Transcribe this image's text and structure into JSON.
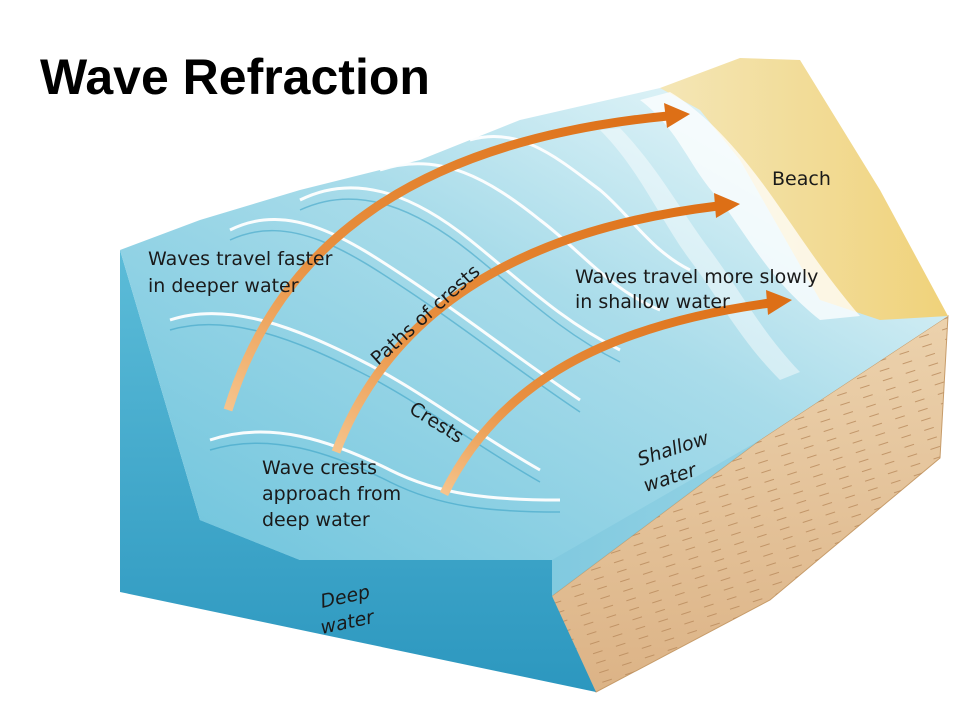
{
  "title": "Wave Refraction",
  "labels": {
    "beach": "Beach",
    "faster_line1": "Waves travel faster",
    "faster_line2": "in deeper water",
    "slower_line1": "Waves travel more slowly",
    "slower_line2": "in shallow water",
    "paths": "Paths of crests",
    "crests": "Crests",
    "approach_line1": "Wave crests",
    "approach_line2": "approach from",
    "approach_line3": "deep water",
    "shallow_line1": "Shallow",
    "shallow_line2": "water",
    "deep_line1": "Deep",
    "deep_line2": "water"
  },
  "colors": {
    "arrow": "#e07a1f",
    "arrow_tail": "#f6c48c",
    "deep_water": "#3aa6c8",
    "shallow_water": "#bfe6f0",
    "sand": "#f2dba0",
    "sediment": "#e6c49a"
  }
}
